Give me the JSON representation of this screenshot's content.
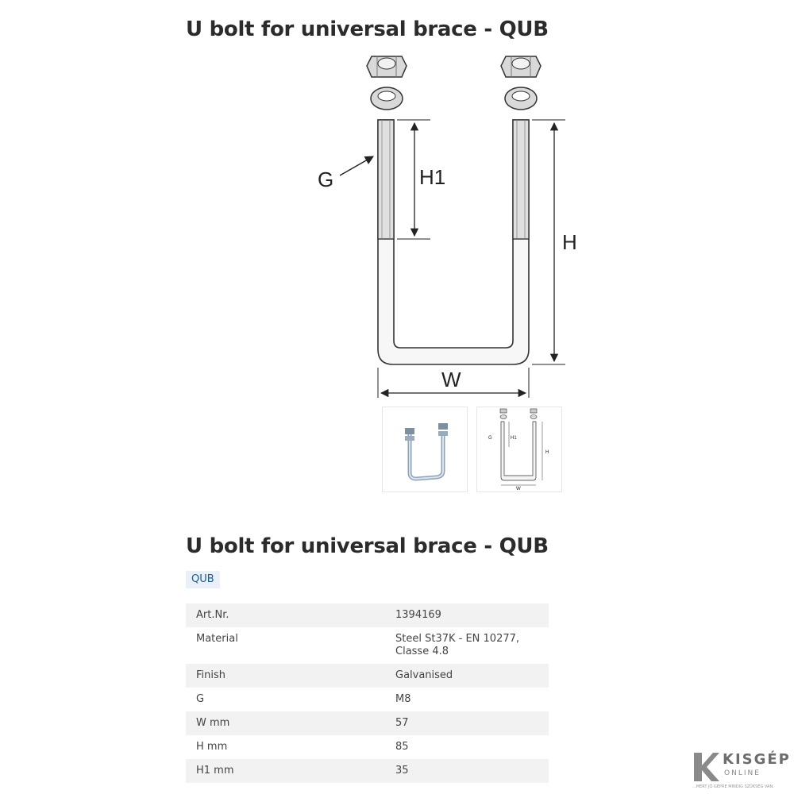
{
  "title": "U bolt for universal brace - QUB",
  "product_title": "U bolt for universal brace - QUB",
  "badge": "QUB",
  "drawing_labels": {
    "g": "G",
    "h1": "H1",
    "h": "H",
    "w": "W"
  },
  "specs": [
    {
      "key": "Art.Nr.",
      "value": "1394169"
    },
    {
      "key": "Material",
      "value": "Steel St37K - EN 10277,\nClasse 4.8"
    },
    {
      "key": "Finish",
      "value": "Galvanised"
    },
    {
      "key": "G",
      "value": "M8"
    },
    {
      "key": "W mm",
      "value": "57"
    },
    {
      "key": "H mm",
      "value": "85"
    },
    {
      "key": "H1 mm",
      "value": "35"
    }
  ],
  "logo": {
    "name": "KISGÉP",
    "sub": "ONLINE",
    "tagline": "...MERT JÓ GÉPRE MINDIG SZÜKSÉG VAN."
  }
}
